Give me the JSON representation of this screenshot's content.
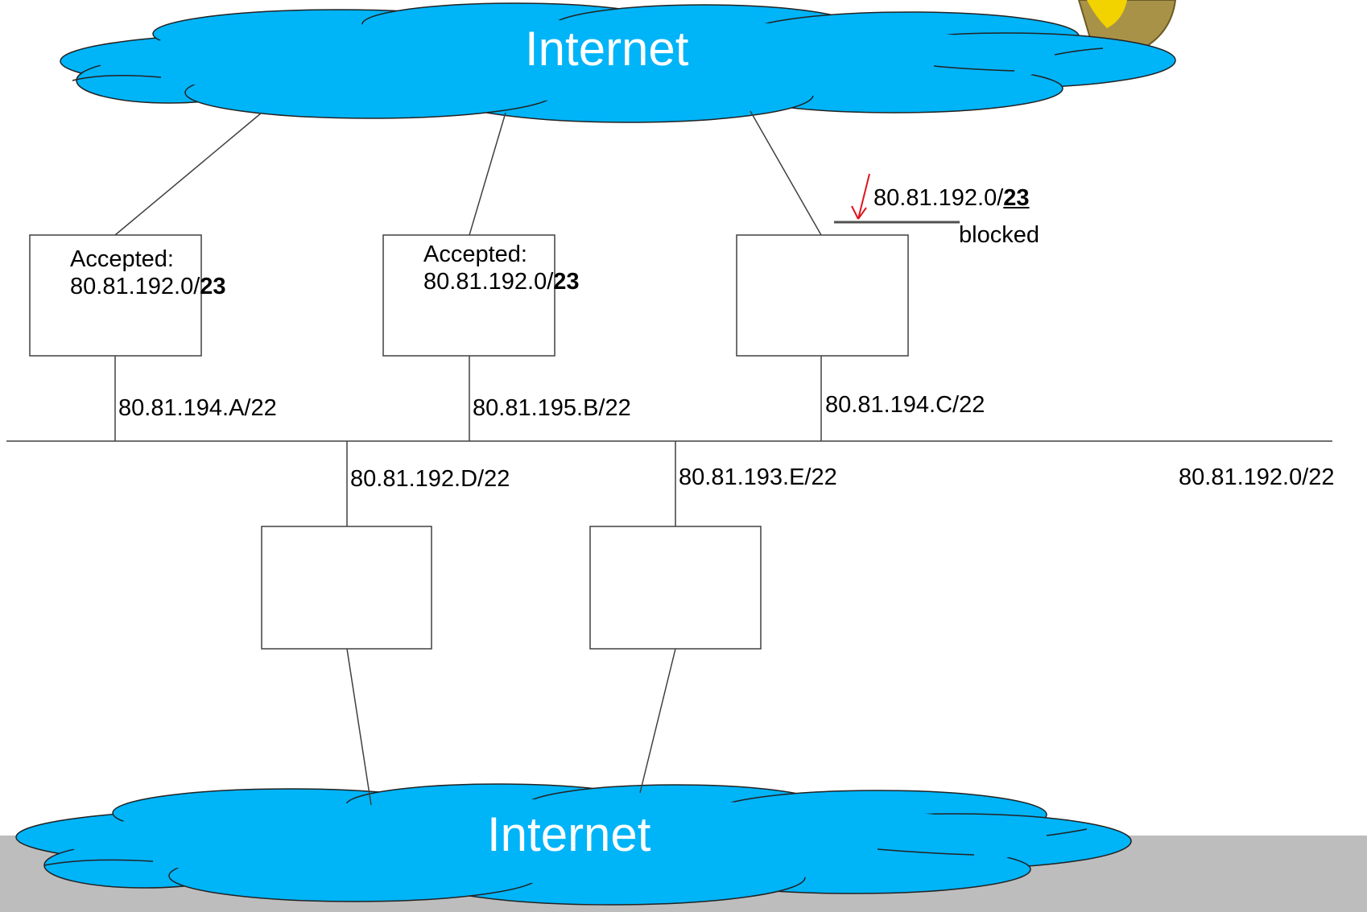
{
  "clouds": {
    "top_label": "Internet",
    "bottom_label": "Internet",
    "fill": "#00b4f8"
  },
  "routers": {
    "r1": {
      "title": "Accepted:",
      "prefix": "80.81.192.0/",
      "len": "23"
    },
    "r2": {
      "title": "Accepted:",
      "prefix": "80.81.192.0/",
      "len": "23"
    }
  },
  "blocked_note": {
    "prefix": "80.81.192.0/",
    "len": "23",
    "status": "blocked"
  },
  "interfaces": {
    "a": "80.81.194.A/22",
    "b": "80.81.195.B/22",
    "c": "80.81.194.C/22",
    "d": "80.81.192.D/22",
    "e": "80.81.193.E/22"
  },
  "subnet_label": "80.81.192.0/22",
  "colors": {
    "arrow": "#e0141e",
    "line": "#404040",
    "footer": "#bdbdbd"
  }
}
